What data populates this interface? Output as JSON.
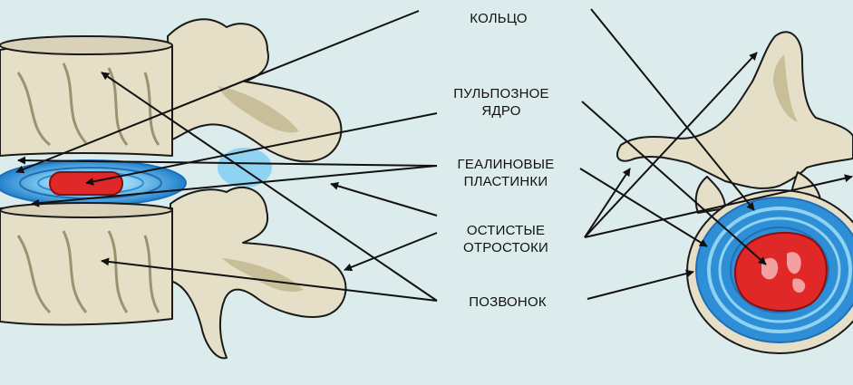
{
  "diagram": {
    "labels": {
      "annulus_line2": "КОЛЬЦО",
      "nucleus_line1": "ПУЛЬПОЗНОЕ",
      "nucleus_line2": "ЯДРО",
      "endplates_line1": "ГЕАЛИНОВЫЕ",
      "endplates_line2": "ПЛАСТИНКИ",
      "spinous_line1": "ОСТИСТЫЕ",
      "spinous_line2": "ОТРОСТОКИ",
      "vertebra": "ПОЗВОНОК"
    }
  },
  "colors": {
    "background": "#dceced",
    "bone_fill": "#e6dfc7",
    "bone_shadow": "#c8bf99",
    "bone_outline": "#1a1a1a",
    "annulus_blue": "#2f8fd6",
    "annulus_light": "#8fd3f2",
    "nucleus_red": "#e02828",
    "arrow": "#111111"
  }
}
